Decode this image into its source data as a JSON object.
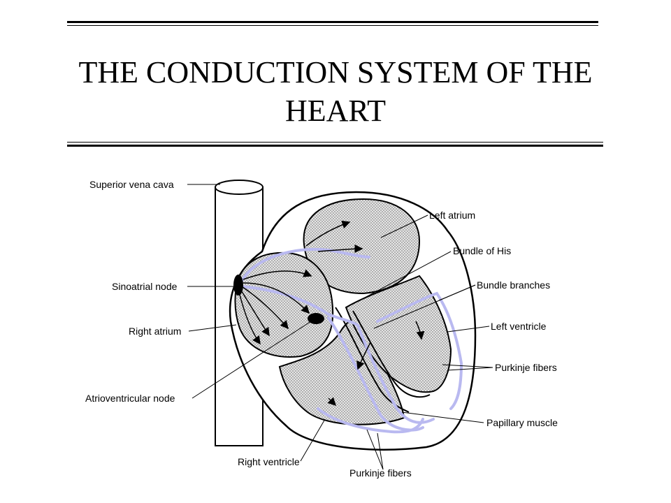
{
  "title": "THE CONDUCTION SYSTEM OF THE HEART",
  "labels": {
    "superior_vena_cava": "Superior vena cava",
    "sinoatrial_node": "Sinoatrial node",
    "right_atrium": "Right atrium",
    "atrioventricular_node": "Atrioventricular node",
    "right_ventricle": "Right ventricle",
    "purkinje_fibers_bottom": "Purkinje fibers",
    "left_atrium": "Left atrium",
    "bundle_of_his": "Bundle of His",
    "bundle_branches": "Bundle branches",
    "left_ventricle": "Left ventricle",
    "purkinje_fibers_right": "Purkinje fibers",
    "papillary_muscle": "Papillary muscle"
  },
  "colors": {
    "ink": "#000000",
    "conduction_path": "#b9b9f0",
    "chamber_fill": "#b8b8b8"
  }
}
